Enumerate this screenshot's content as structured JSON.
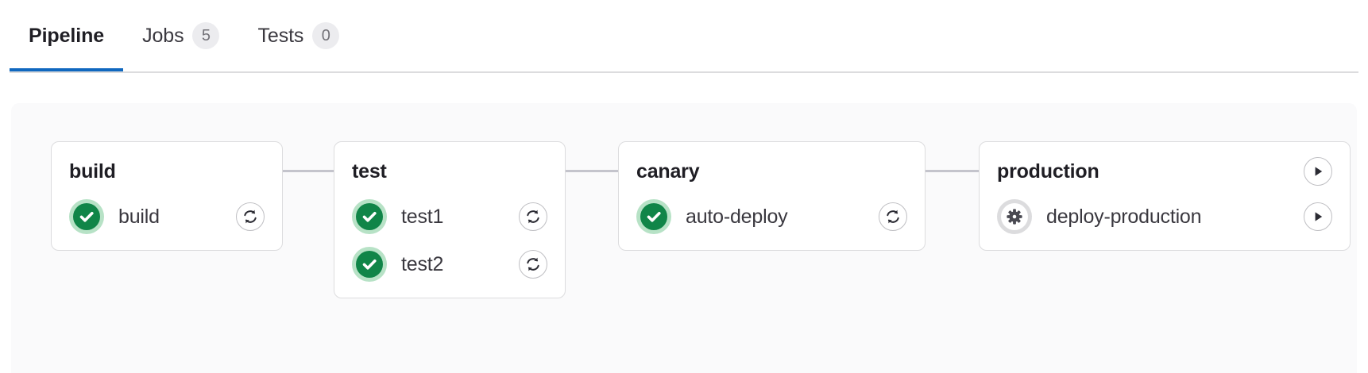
{
  "tabs": [
    {
      "label": "Pipeline",
      "badge": null,
      "active": true
    },
    {
      "label": "Jobs",
      "badge": "5",
      "active": false
    },
    {
      "label": "Tests",
      "badge": "0",
      "active": false
    }
  ],
  "colors": {
    "accent": "#1068bf",
    "success": "#108548",
    "success_halo": "#b7e2c6",
    "manual": "#4a4a52",
    "manual_halo": "#dcdcde",
    "connector": "#c4c4cc",
    "panel_bg": "#fafafb",
    "card_border": "#dcdcde"
  },
  "pipeline": {
    "stages": [
      {
        "name": "build",
        "has_stage_action": false,
        "stage_action": null,
        "jobs": [
          {
            "name": "build",
            "status": "success",
            "status_icon": "success-check-icon",
            "action": "retry",
            "action_icon": "retry-icon"
          }
        ]
      },
      {
        "name": "test",
        "has_stage_action": false,
        "stage_action": null,
        "jobs": [
          {
            "name": "test1",
            "status": "success",
            "status_icon": "success-check-icon",
            "action": "retry",
            "action_icon": "retry-icon"
          },
          {
            "name": "test2",
            "status": "success",
            "status_icon": "success-check-icon",
            "action": "retry",
            "action_icon": "retry-icon"
          }
        ]
      },
      {
        "name": "canary",
        "has_stage_action": false,
        "stage_action": null,
        "jobs": [
          {
            "name": "auto-deploy",
            "status": "success",
            "status_icon": "success-check-icon",
            "action": "retry",
            "action_icon": "retry-icon"
          }
        ]
      },
      {
        "name": "production",
        "has_stage_action": true,
        "stage_action": "play",
        "jobs": [
          {
            "name": "deploy-production",
            "status": "manual",
            "status_icon": "manual-gear-icon",
            "action": "play",
            "action_icon": "play-icon"
          }
        ]
      }
    ]
  }
}
